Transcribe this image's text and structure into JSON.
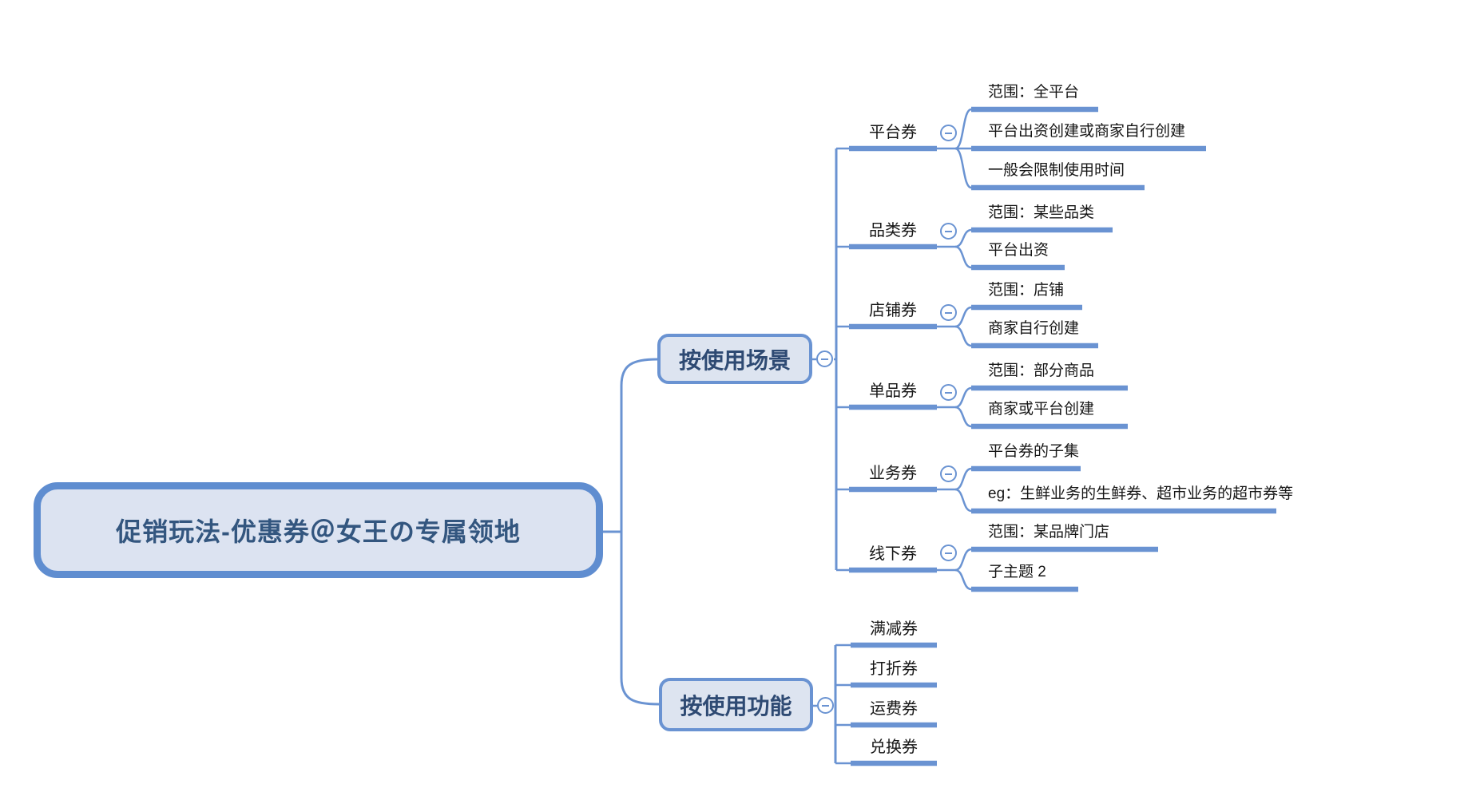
{
  "title": "促销玩法-优惠券＠女王の专属领地",
  "colors": {
    "line_blue": "#6a93d2",
    "root_border": "#5f8dd0",
    "node_fill": "#dde4f0",
    "root_fill": "#dce3f1",
    "node_text": "#2e4a73",
    "root_text": "#33567f",
    "leaf_text": "#161616",
    "background": "#ffffff"
  },
  "icons": {
    "collapse": "minus-circle"
  },
  "branches": {
    "scenario": {
      "label": "按使用场景",
      "children": [
        {
          "label": "平台券",
          "subs": [
            "范围：全平台",
            "平台出资创建或商家自行创建",
            "一般会限制使用时间"
          ]
        },
        {
          "label": "品类券",
          "subs": [
            "范围：某些品类",
            "平台出资"
          ]
        },
        {
          "label": "店铺券",
          "subs": [
            "范围：店铺",
            "商家自行创建"
          ]
        },
        {
          "label": "单品券",
          "subs": [
            "范围：部分商品",
            "商家或平台创建"
          ]
        },
        {
          "label": "业务券",
          "subs": [
            "平台券的子集",
            "eg：生鲜业务的生鲜券、超市业务的超市券等"
          ]
        },
        {
          "label": "线下券",
          "subs": [
            "范围：某品牌门店",
            "子主题 2"
          ]
        }
      ]
    },
    "function": {
      "label": "按使用功能",
      "children": [
        {
          "label": "满减券"
        },
        {
          "label": "打折券"
        },
        {
          "label": "运费券"
        },
        {
          "label": "兑换券"
        }
      ]
    }
  }
}
